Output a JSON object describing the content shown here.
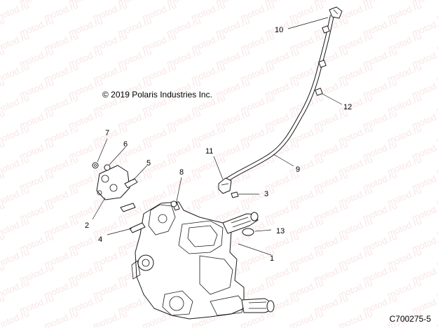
{
  "copyright": "© 2019 Polaris Industries Inc.",
  "figure_id": "C700275-5",
  "watermark": "motod.ru",
  "callouts": [
    {
      "number": "1"
    },
    {
      "number": "2"
    },
    {
      "number": "3"
    },
    {
      "number": "4"
    },
    {
      "number": "5"
    },
    {
      "number": "6"
    },
    {
      "number": "7"
    },
    {
      "number": "8"
    },
    {
      "number": "9"
    },
    {
      "number": "10"
    },
    {
      "number": "11"
    },
    {
      "number": "12"
    },
    {
      "number": "13"
    }
  ]
}
